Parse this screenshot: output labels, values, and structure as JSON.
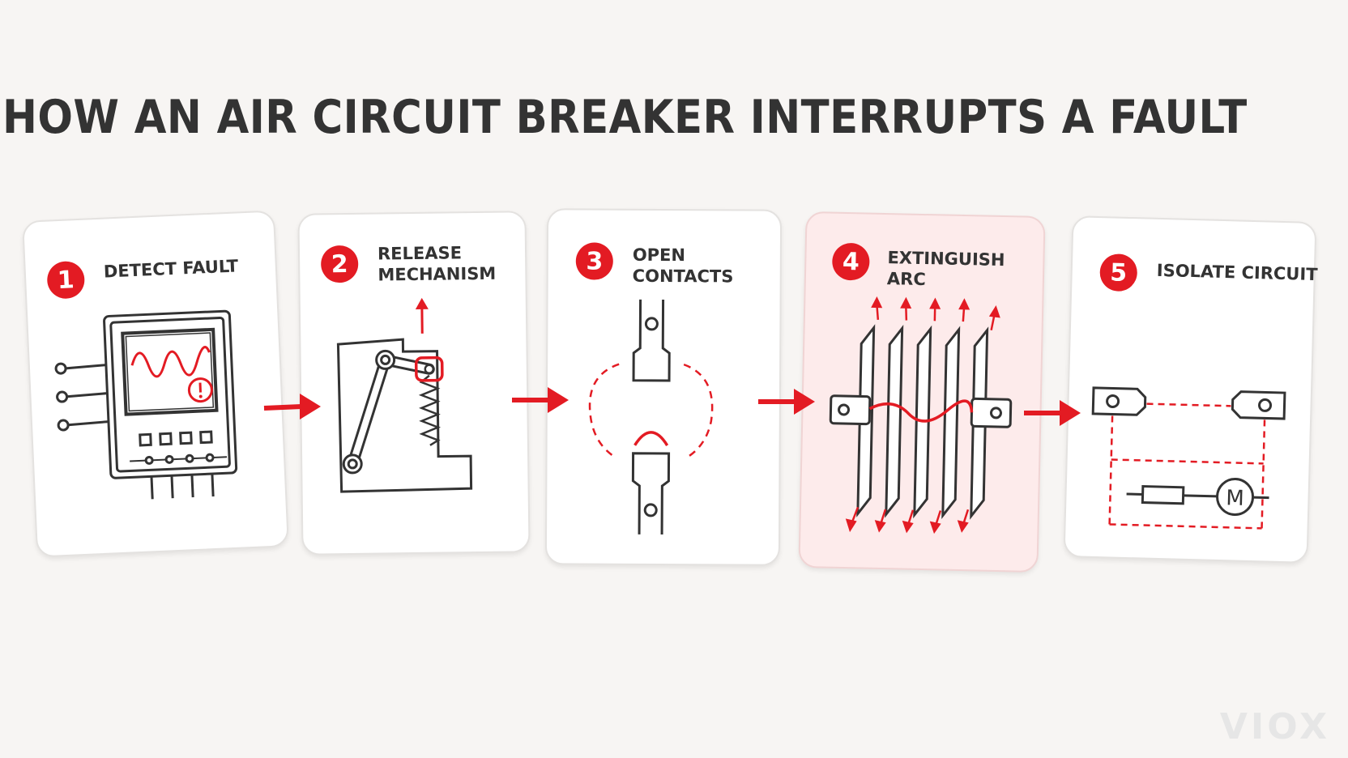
{
  "title": "HOW AN AIR CIRCUIT BREAKER INTERRUPTS A FAULT",
  "steps": [
    {
      "number": "1",
      "label_lines": [
        "DETECT FAULT"
      ]
    },
    {
      "number": "2",
      "label_lines": [
        "RELEASE",
        "MECHANISM"
      ]
    },
    {
      "number": "3",
      "label_lines": [
        "OPEN",
        "CONTACTS"
      ]
    },
    {
      "number": "4",
      "label_lines": [
        "EXTINGUISH",
        "ARC"
      ]
    },
    {
      "number": "5",
      "label_lines": [
        "ISOLATE CIRCUIT"
      ]
    }
  ],
  "icons": {
    "step1": "fault-relay-icon",
    "step2": "trip-mechanism-icon",
    "step3": "separated-contacts-icon",
    "step4": "arc-chute-icon",
    "step5": "isolated-circuit-icon",
    "flow": "arrow-right-icon"
  },
  "colors": {
    "accent": "#e31b23",
    "line": "#333333",
    "highlight_card": "#fdebeb"
  },
  "motor_label": "M",
  "brand": "VIOX"
}
